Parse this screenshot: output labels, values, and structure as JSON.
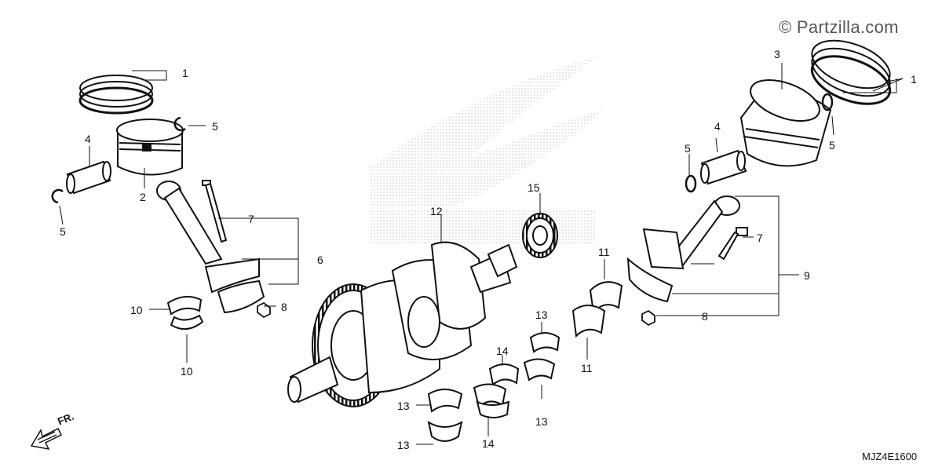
{
  "watermark": {
    "copyright_text": "© Partzilla.com"
  },
  "diagram_code": "MJZ4E1600",
  "direction_label": "FR.",
  "callouts": {
    "c1_left": "1",
    "c1_right": "1",
    "c2": "2",
    "c3": "3",
    "c4_left": "4",
    "c4_right": "4",
    "c5_a": "5",
    "c5_b": "5",
    "c5_c": "5",
    "c5_d": "5",
    "c6": "6",
    "c7_left": "7",
    "c7_right": "7",
    "c8_left": "8",
    "c8_right": "8",
    "c9": "9",
    "c10_a": "10",
    "c10_b": "10",
    "c11_a": "11",
    "c11_b": "11",
    "c12": "12",
    "c13_a": "13",
    "c13_b": "13",
    "c13_c": "13",
    "c13_d": "13",
    "c14_a": "14",
    "c14_b": "14",
    "c15": "15"
  },
  "colors": {
    "line": "#111111",
    "watermark_dots": "#9a9a9a"
  }
}
